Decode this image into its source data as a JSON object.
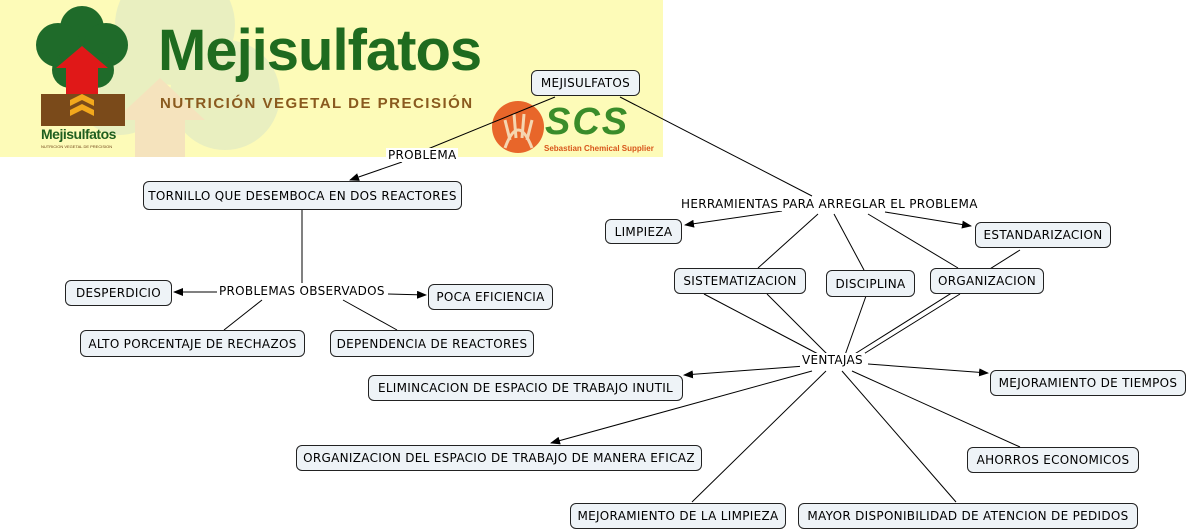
{
  "banner": {
    "brand": "Mejisulfatos",
    "tagline": "NUTRICIÓN  VEGETAL DE  PRECISIÓN",
    "logo_text": "Mejisulfatos",
    "logo_sub": "NUTRICION VEGETAL DE PRECISION",
    "scs_text": "SCS",
    "scs_sub": "Sebastian Chemical Supplier"
  },
  "concept_map": {
    "root": "MEJISULFATOS",
    "left": {
      "link_problem": "PROBLEMA",
      "problem": "TORNILLO QUE DESEMBOCA EN DOS REACTORES",
      "link_observed": "PROBLEMAS OBSERVADOS",
      "observed": [
        "DESPERDICIO",
        "POCA EFICIENCIA",
        "ALTO PORCENTAJE DE RECHAZOS",
        "DEPENDENCIA DE REACTORES"
      ]
    },
    "right": {
      "link_tools": "HERRAMIENTAS PARA ARREGLAR EL PROBLEMA",
      "tools": [
        "LIMPIEZA",
        "ESTANDARIZACION",
        "SISTEMATIZACION",
        "DISCIPLINA",
        "ORGANIZACION"
      ],
      "link_advantages": "VENTAJAS",
      "advantages": [
        "ELIMINCACION DE ESPACIO DE TRABAJO INUTIL",
        "MEJORAMIENTO DE TIEMPOS",
        "ORGANIZACION DEL ESPACIO DE TRABAJO DE MANERA EFICAZ",
        "AHORROS ECONOMICOS",
        "MEJORAMIENTO DE LA LIMPIEZA",
        "MAYOR DISPONIBILIDAD DE ATENCION DE PEDIDOS"
      ]
    }
  }
}
